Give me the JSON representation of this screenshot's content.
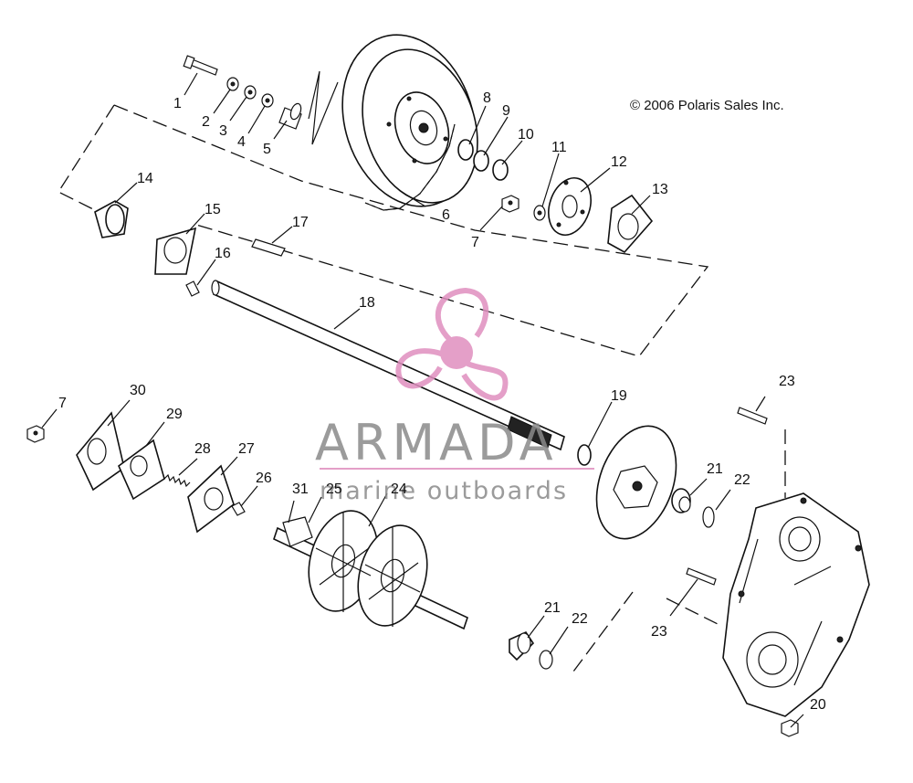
{
  "copyright": "© 2006 Polaris Sales Inc.",
  "watermark": {
    "brand": "ARMADA",
    "tagline": "marine outboards",
    "colors": {
      "primary": "#e08fbf",
      "text": "#8a8a8a"
    }
  },
  "callouts": [
    {
      "id": "1",
      "label": "1"
    },
    {
      "id": "2",
      "label": "2"
    },
    {
      "id": "3",
      "label": "3"
    },
    {
      "id": "4",
      "label": "4"
    },
    {
      "id": "5",
      "label": "5"
    },
    {
      "id": "6",
      "label": "6"
    },
    {
      "id": "7a",
      "label": "7"
    },
    {
      "id": "8",
      "label": "8"
    },
    {
      "id": "9",
      "label": "9"
    },
    {
      "id": "10",
      "label": "10"
    },
    {
      "id": "11",
      "label": "11"
    },
    {
      "id": "12",
      "label": "12"
    },
    {
      "id": "13",
      "label": "13"
    },
    {
      "id": "14",
      "label": "14"
    },
    {
      "id": "15",
      "label": "15"
    },
    {
      "id": "16",
      "label": "16"
    },
    {
      "id": "17",
      "label": "17"
    },
    {
      "id": "18",
      "label": "18"
    },
    {
      "id": "19",
      "label": "19"
    },
    {
      "id": "20",
      "label": "20"
    },
    {
      "id": "21a",
      "label": "21"
    },
    {
      "id": "21b",
      "label": "21"
    },
    {
      "id": "22a",
      "label": "22"
    },
    {
      "id": "22b",
      "label": "22"
    },
    {
      "id": "23a",
      "label": "23"
    },
    {
      "id": "23b",
      "label": "23"
    },
    {
      "id": "24",
      "label": "24"
    },
    {
      "id": "25",
      "label": "25"
    },
    {
      "id": "26",
      "label": "26"
    },
    {
      "id": "27",
      "label": "27"
    },
    {
      "id": "28",
      "label": "28"
    },
    {
      "id": "29",
      "label": "29"
    },
    {
      "id": "30",
      "label": "30"
    },
    {
      "id": "31",
      "label": "31"
    },
    {
      "id": "7b",
      "label": "7"
    }
  ]
}
